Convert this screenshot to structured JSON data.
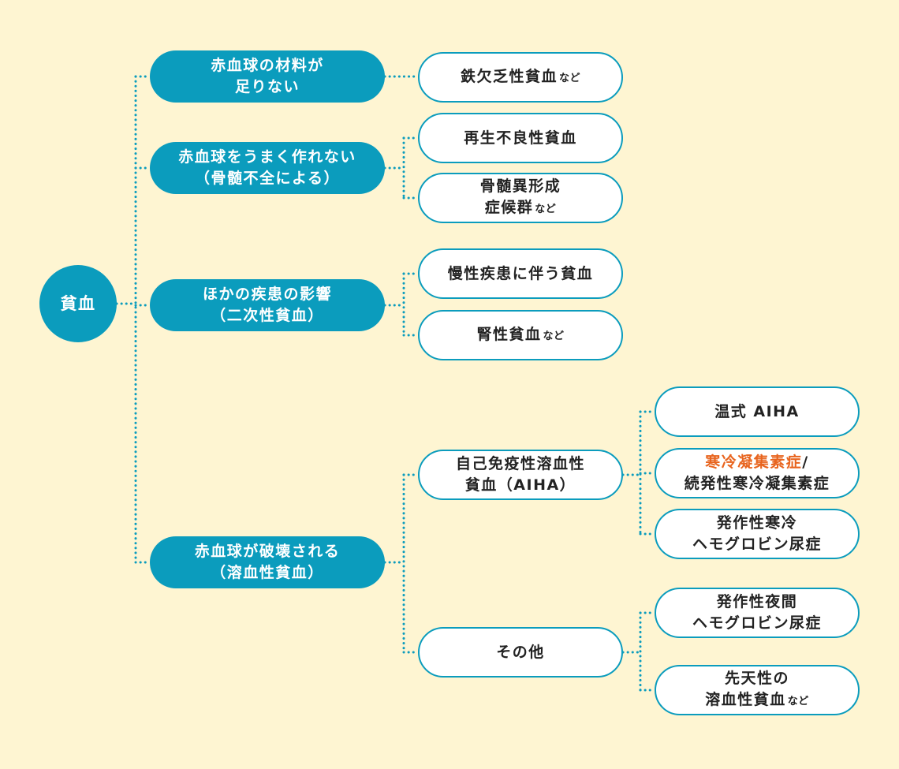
{
  "colors": {
    "background": "#FEF5D2",
    "accent": "#0B9CBD",
    "highlight": "#E8641E",
    "text": "#222222"
  },
  "root": {
    "label": "貧血"
  },
  "categories": [
    {
      "line1": "赤血球の材料が",
      "line2": "足りない"
    },
    {
      "line1": "赤血球をうまく作れない",
      "line2": "（骨髄不全による）"
    },
    {
      "line1": "ほかの疾患の影響",
      "line2": "（二次性貧血）"
    },
    {
      "line1": "赤血球が破壊される",
      "line2": "（溶血性貧血）"
    }
  ],
  "subtypes": {
    "iron": {
      "text": "鉄欠乏性貧血",
      "suffix": "など"
    },
    "aplastic": {
      "text": "再生不良性貧血"
    },
    "mds": {
      "line1": "骨髄異形成",
      "line2": "症候群",
      "suffix": "など"
    },
    "chronic": {
      "text": "慢性疾患に伴う貧血"
    },
    "renal": {
      "text": "腎性貧血",
      "suffix": "など"
    },
    "aiha": {
      "line1": "自己免疫性溶血性",
      "line2": "貧血（AIHA）"
    },
    "other": {
      "text": "その他"
    }
  },
  "leaves": {
    "warm": {
      "text": "温式 AIHA"
    },
    "cold": {
      "highlight": "寒冷凝集素症",
      "sep": "/",
      "line2": "続発性寒冷凝集素症"
    },
    "pch": {
      "line1": "発作性寒冷",
      "line2": "ヘモグロビン尿症"
    },
    "pnh": {
      "line1": "発作性夜間",
      "line2": "ヘモグロビン尿症"
    },
    "congenital": {
      "line1": "先天性の",
      "line2": "溶血性貧血",
      "suffix": "など"
    }
  }
}
